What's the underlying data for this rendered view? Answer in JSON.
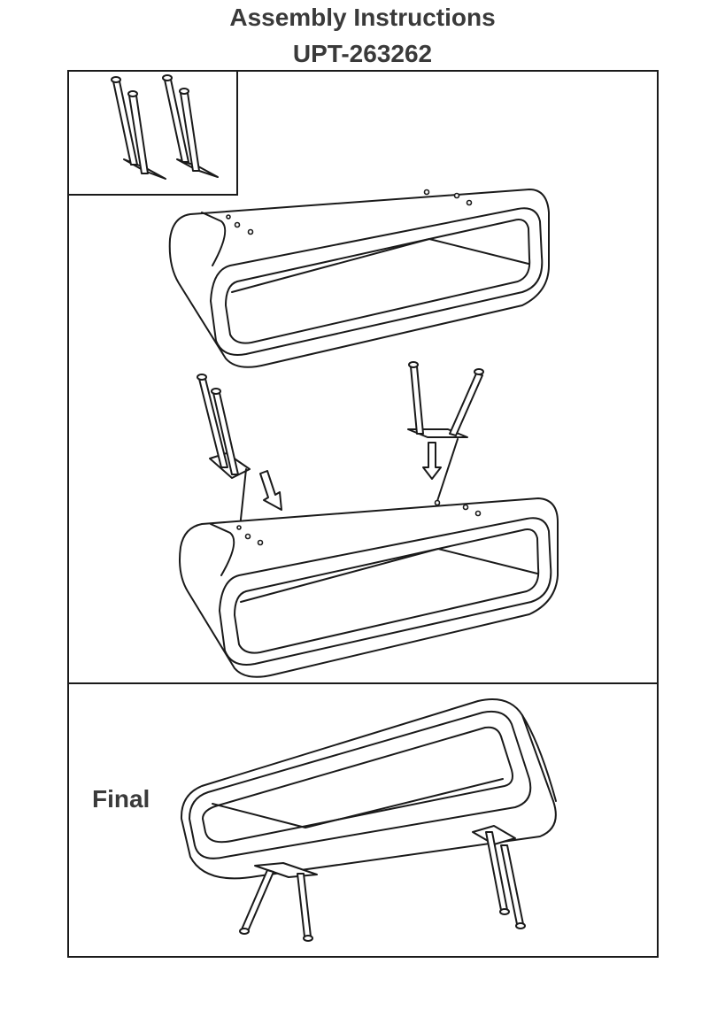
{
  "header": {
    "title": "Assembly Instructions",
    "model": "UPT-263262"
  },
  "steps": {
    "final_label": "Final"
  },
  "icons": [
    "leg-parts-icon",
    "table-body-icon",
    "arrow-down-icon"
  ]
}
